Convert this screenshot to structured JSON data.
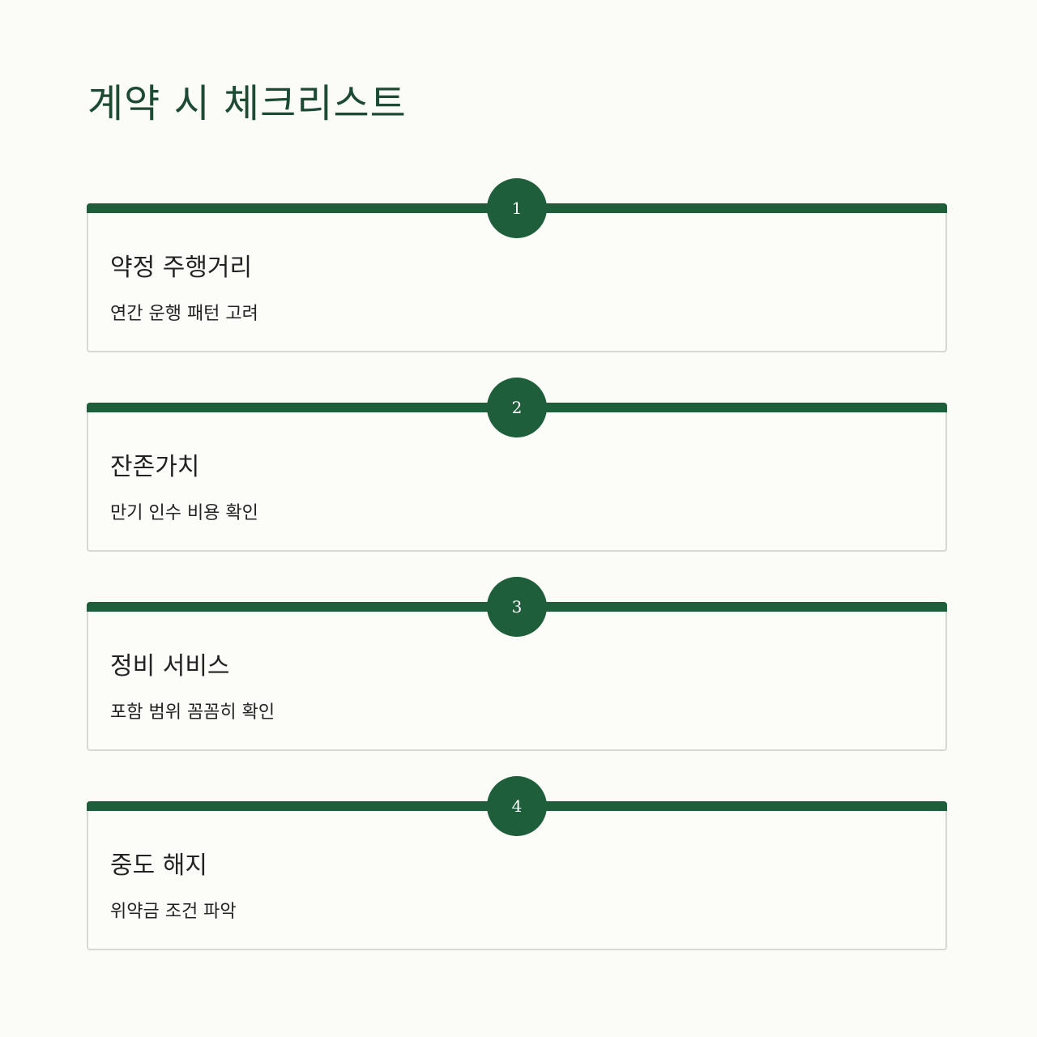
{
  "page": {
    "title": "계약 시 체크리스트"
  },
  "colors": {
    "background": "#fbfbf7",
    "accent": "#1e5e3a",
    "title": "#1d4a33",
    "border": "#d8d8d3"
  },
  "items": [
    {
      "number": "1",
      "title": "약정 주행거리",
      "description": "연간 운행 패턴 고려"
    },
    {
      "number": "2",
      "title": "잔존가치",
      "description": "만기 인수 비용 확인"
    },
    {
      "number": "3",
      "title": "정비 서비스",
      "description": "포함 범위 꼼꼼히 확인"
    },
    {
      "number": "4",
      "title": "중도 해지",
      "description": "위약금 조건 파악"
    }
  ]
}
